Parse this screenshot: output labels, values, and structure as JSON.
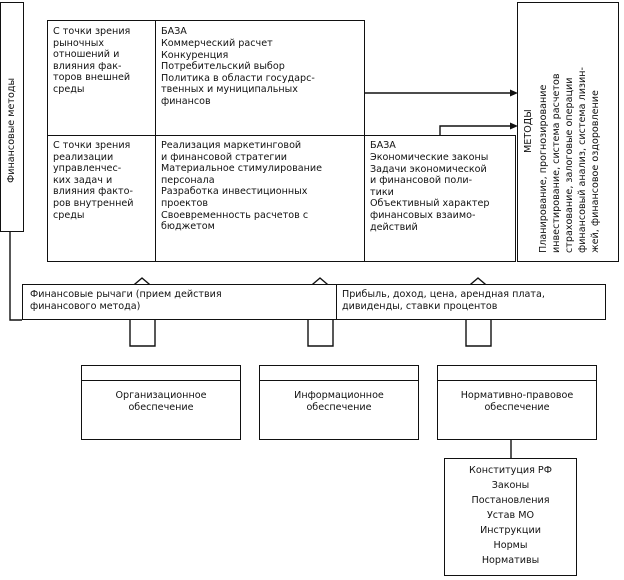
{
  "vertical_left": "Финансовые методы",
  "vertical_methods_title": "МЕТОДЫ",
  "vertical_methods_lines": [
    "Планирование, прогнозирование",
    "инвестирование, система расчетов",
    "страхование, залоговые операции",
    "финансовый анализ, система лизин-",
    "жей, финансовое оздоровление"
  ],
  "row1": {
    "col1": "С точки зрения\nрыночных\nотношений и\nвлияния фак-\nторов внешней\nсреды",
    "col2_title": "БАЗА",
    "col2": "Коммерческий расчет\nКонкуренция\nПотребительский выбор\nПолитика в области государс-\nтвенных и муниципальных\nфинансов"
  },
  "row2": {
    "col1": "С точки зрения\nреализации\nуправленчес-\nких задач и\nвлияния факто-\nров внутренней\nсреды",
    "col2": "Реализация маркетинговой\nи финансовой стратегии\nМатериальное стимулирование\nперсонала\nРазработка инвестиционных\nпроектов\nСвоевременность расчетов с\nбюджетом",
    "col3_title": "БАЗА",
    "col3": "Экономические законы\nЗадачи экономической\nи финансовой поли-\nтики\nОбъективный характер\nфинансовых взаимо-\nдействий"
  },
  "levers_left": "Финансовые рычаги (прием действия\nфинансового метода)",
  "levers_right": "Прибыль, доход, цена, арендная плата,\nдивиденды, ставки процентов",
  "support": [
    "Организационное\nобеспечение",
    "Информационное\nобеспечение",
    "Нормативно-правовое\nобеспечение"
  ],
  "legal_docs": [
    "Конституция РФ",
    "Законы",
    "Постановления",
    "Устав МО",
    "Инструкции",
    "Нормы",
    "Нормативы"
  ]
}
